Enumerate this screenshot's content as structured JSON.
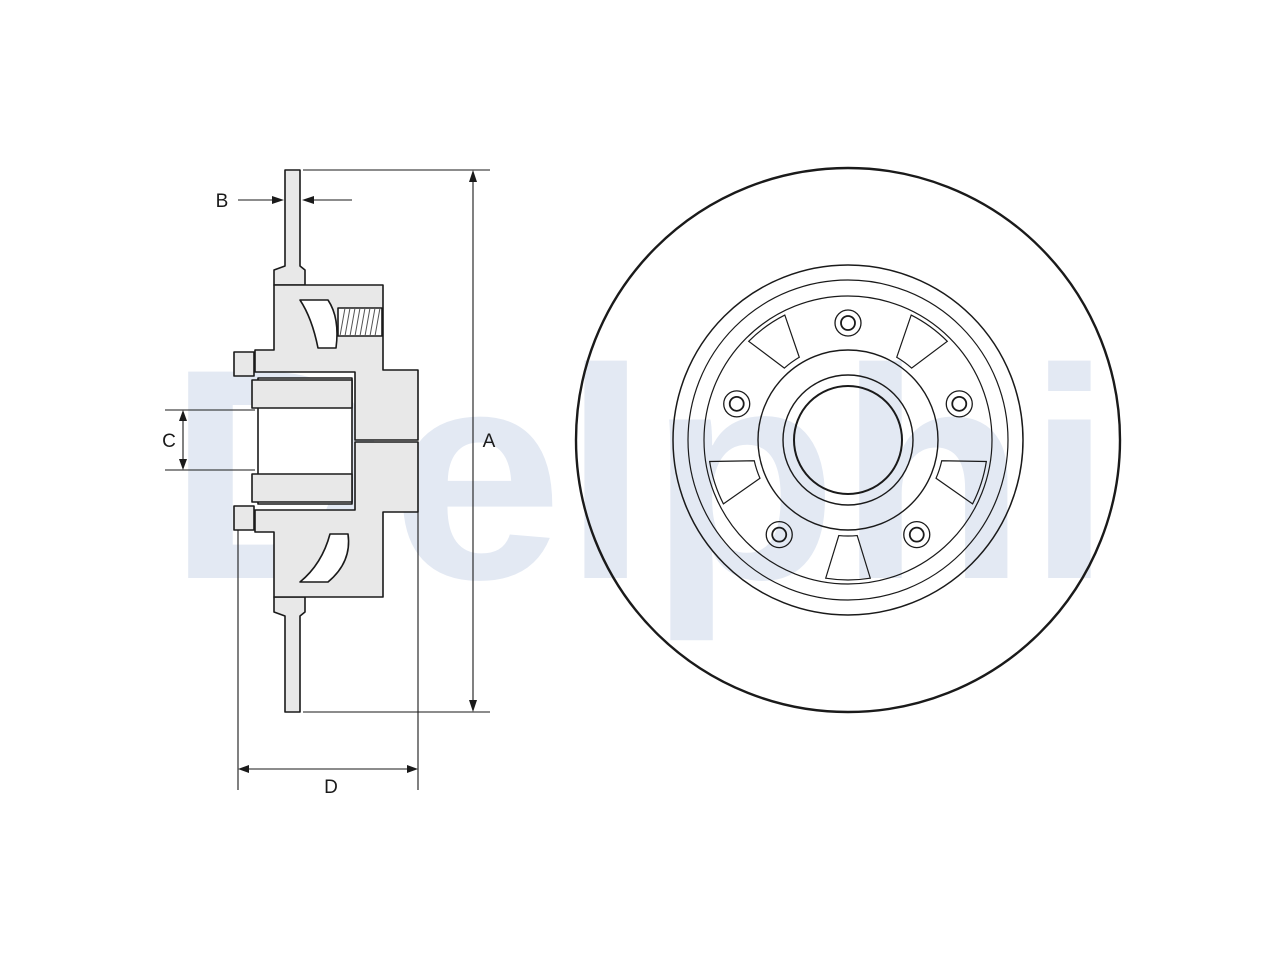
{
  "watermark": {
    "text": "Delphi",
    "color": "#e3e9f3"
  },
  "colors": {
    "line": "#1a1a1a",
    "fill": "#e8e8e8",
    "thread": "#555555"
  },
  "dimensions": {
    "A": "A",
    "B": "B",
    "C": "C",
    "D": "D"
  },
  "front_view": {
    "bolt_holes": 5
  }
}
